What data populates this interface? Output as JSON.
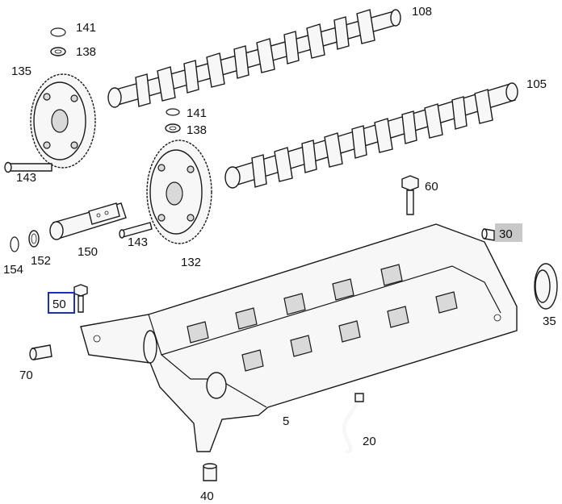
{
  "labels": {
    "p108": "108",
    "p105": "105",
    "p141a": "141",
    "p138a": "138",
    "p135": "135",
    "p141b": "141",
    "p138b": "138",
    "p143a": "143",
    "p60": "60",
    "p30": "30",
    "p154": "154",
    "p152": "152",
    "p150": "150",
    "p143b": "143",
    "p132": "132",
    "p50": "50",
    "p35": "35",
    "p70": "70",
    "p5": "5",
    "p20": "20",
    "p40": "40"
  },
  "highlight": {
    "selected_box_color": "#1a2fbf",
    "shaded_box_color": "#c8c8c8"
  }
}
